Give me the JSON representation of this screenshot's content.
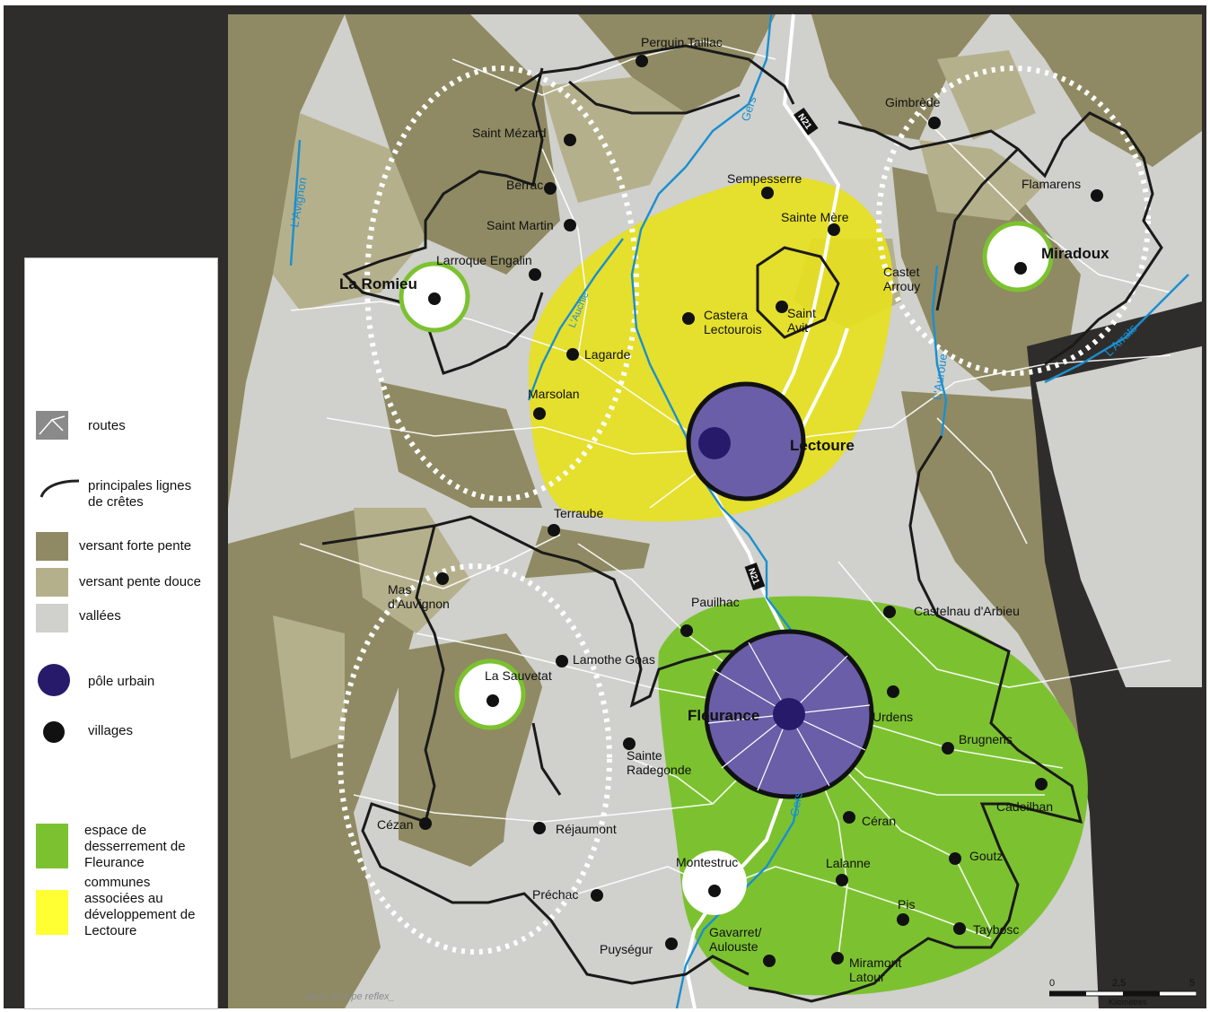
{
  "map": {
    "villages": [
      {
        "name": "Perguin Taillac"
      },
      {
        "name": "Gimbrède"
      },
      {
        "name": "Saint Mézard"
      },
      {
        "name": "Berrac"
      },
      {
        "name": "Saint Martin"
      },
      {
        "name": "Sempesserre"
      },
      {
        "name": "Sainte Mère"
      },
      {
        "name": "Flamarens"
      },
      {
        "name": "Miradoux"
      },
      {
        "name": "Larroque Engalin"
      },
      {
        "name": "La Romieu"
      },
      {
        "name": "Castet\nArrouy"
      },
      {
        "name": "Castera\nLectourois"
      },
      {
        "name": "Saint\nAvit"
      },
      {
        "name": "Lagarde"
      },
      {
        "name": "Marsolan"
      },
      {
        "name": "Lectoure"
      },
      {
        "name": "Terraube"
      },
      {
        "name": "Mas\nd'Auvignon"
      },
      {
        "name": "Pauilhac"
      },
      {
        "name": "Castelnau d'Arbieu"
      },
      {
        "name": "Lamothe Goas"
      },
      {
        "name": "La Sauvetat"
      },
      {
        "name": "Fleurance"
      },
      {
        "name": "Urdens"
      },
      {
        "name": "Sainte\nRadegonde"
      },
      {
        "name": "Brugnens"
      },
      {
        "name": "Cadeilhan"
      },
      {
        "name": "Cézan"
      },
      {
        "name": "Réjaumont"
      },
      {
        "name": "Céran"
      },
      {
        "name": "Montestruc"
      },
      {
        "name": "Lalanne"
      },
      {
        "name": "Goutz"
      },
      {
        "name": "Préchac"
      },
      {
        "name": "Pis"
      },
      {
        "name": "Taybosc"
      },
      {
        "name": "Gavarret/\nAulouste"
      },
      {
        "name": "Puységur"
      },
      {
        "name": "Miramont\nLatour"
      }
    ],
    "rivers": [
      "L'Avignon",
      "Gers",
      "L'Auchie",
      "L'Auroue",
      "L'Arrats",
      "Gers"
    ],
    "roads": [
      "N21",
      "N21"
    ]
  },
  "legend": {
    "items": [
      {
        "label": "routes",
        "swatch": "routes-icon"
      },
      {
        "label": "principales lignes\nde crêtes",
        "swatch": "crest-line-icon"
      },
      {
        "label": "versant forte pente",
        "color": "#8f8a63"
      },
      {
        "label": "versant pente douce",
        "color": "#b5b08c"
      },
      {
        "label": "vallées",
        "color": "#d0d0cc"
      },
      {
        "label": "pôle urbain",
        "color": "#281a6b"
      },
      {
        "label": "villages",
        "color": "#111111"
      },
      {
        "label": "espace de\ndesserrement de\nFleurance",
        "color": "#7cc230"
      },
      {
        "label": "communes\nassociées au\ndéveloppement de\nLectoure",
        "color": "#ffff33"
      }
    ]
  },
  "scale": {
    "ticks": [
      "0",
      "2,5",
      "5"
    ],
    "unit": "Kilomètres"
  },
  "credit": "place groupe reflex_",
  "colors": {
    "steep": "#8f8a63",
    "gentle": "#b5b08c",
    "valley": "#d0d0cc",
    "urban": "#281a6b",
    "urban_zone": "#6a5ea8",
    "fleurance_zone": "#7cc230",
    "lectoure_zone": "#e6df20",
    "river": "#1a8fd0",
    "dark": "#2f2d2b"
  }
}
